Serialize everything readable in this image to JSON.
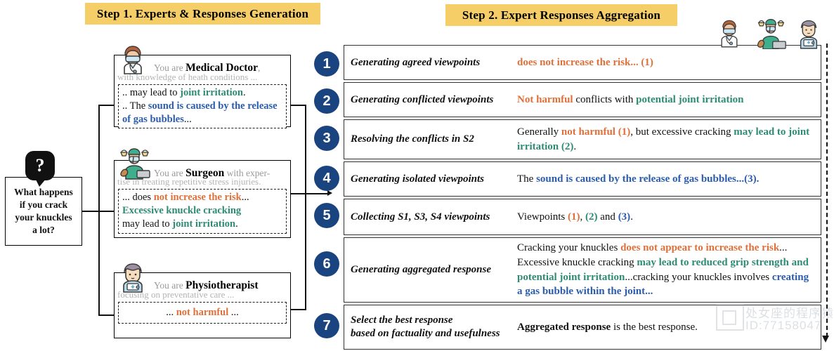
{
  "steps": {
    "step1_title": "Step 1. Experts & Responses Generation",
    "step2_title": "Step 2. Expert Responses Aggregation"
  },
  "question": {
    "icon": "question-mark-bubble",
    "line1": "What happens",
    "line2": "if you crack",
    "line3": "your knuckles",
    "line4": "a lot?"
  },
  "experts": [
    {
      "avatar": "medical-doctor-avatar",
      "you_are": "You are",
      "role": "Medical Doctor",
      "role_suffix": ",",
      "description": "with knowledge of heath conditions ...",
      "response_lines": [
        ".. may lead to joint irritation.",
        ".. The sound is caused by the release of gas bubbles..."
      ],
      "r1_plain_a": ".. may lead to ",
      "r1_green": "joint irritation",
      "r1_plain_b": ".",
      "r2_plain_a": ".. The ",
      "r2_blue": "sound is caused by the release of gas bubbles",
      "r2_plain_b": "..."
    },
    {
      "avatar": "surgeon-avatar",
      "you_are": "You are",
      "role": "Surgeon",
      "role_suffix": " with exper-",
      "description": "tise in treating repetitive stress injuries.",
      "r1_plain_a": "... does ",
      "r1_orange": "not increase the risk",
      "r1_plain_b": "...",
      "r2_green": "Excessive knuckle cracking",
      "r3_plain_a": "may lead to ",
      "r3_green": "joint irritation",
      "r3_plain_b": "."
    },
    {
      "avatar": "physiotherapist-avatar",
      "you_are": "You are",
      "role": "Physiotherapist",
      "role_suffix": "",
      "description": "focusing on preventative care ...",
      "r1_plain_a": "... ",
      "r1_orange": "not harmful",
      "r1_plain_b": " ..."
    }
  ],
  "aggregation_rows": [
    {
      "num": "1",
      "label": "Generating agreed viewpoints",
      "parts": [
        {
          "t": "does not increase the risk... (1)",
          "c": "orange"
        }
      ]
    },
    {
      "num": "2",
      "label": "Generating conflicted viewpoints",
      "parts": [
        {
          "t": "Not harmful",
          "c": "orange"
        },
        {
          "t": " conflicts with ",
          "c": "black"
        },
        {
          "t": "potential joint irritation",
          "c": "green"
        }
      ]
    },
    {
      "num": "3",
      "label": "Resolving the conflicts in S2",
      "parts": [
        {
          "t": "Generally ",
          "c": "black"
        },
        {
          "t": "not harmful (1)",
          "c": "orange"
        },
        {
          "t": ", but excessive cracking ",
          "c": "black"
        },
        {
          "t": "may lead to joint irritation (2)",
          "c": "green"
        },
        {
          "t": ".",
          "c": "black"
        }
      ]
    },
    {
      "num": "4",
      "label": "Generating isolated viewpoints",
      "parts": [
        {
          "t": "The ",
          "c": "black"
        },
        {
          "t": "sound is caused by the release of gas bubbles...(3).",
          "c": "blue"
        }
      ]
    },
    {
      "num": "5",
      "label": "Collecting S1, S3, S4 viewpoints",
      "parts": [
        {
          "t": "Viewpoints ",
          "c": "black"
        },
        {
          "t": "(1)",
          "c": "orange"
        },
        {
          "t": ", ",
          "c": "black"
        },
        {
          "t": "(2)",
          "c": "green"
        },
        {
          "t": " and ",
          "c": "black"
        },
        {
          "t": "(3)",
          "c": "blue"
        },
        {
          "t": ".",
          "c": "black"
        }
      ]
    },
    {
      "num": "6",
      "label": "Generating aggregated response",
      "parts": [
        {
          "t": "Cracking your knuckles ",
          "c": "black"
        },
        {
          "t": "does not appear to increase the risk",
          "c": "orange"
        },
        {
          "t": "... Excessive knuckle cracking ",
          "c": "black"
        },
        {
          "t": "may lead to reduced grip strength and potential joint irritation",
          "c": "green"
        },
        {
          "t": "...cracking your knuckles involves ",
          "c": "black"
        },
        {
          "t": "creating a gas bubble within the joint...",
          "c": "blue"
        }
      ]
    },
    {
      "num": "7",
      "label": "Select the best response",
      "label2": "based on factuality and usefulness",
      "parts": [
        {
          "t": "Aggregated response",
          "c": "bold"
        },
        {
          "t": " is the best response.",
          "c": "black"
        }
      ]
    }
  ],
  "top_avatars": [
    {
      "name": "medical-doctor-avatar"
    },
    {
      "name": "surgeon-avatar"
    },
    {
      "name": "physiotherapist-avatar"
    }
  ],
  "watermark": {
    "name": "处女座的程序猿",
    "id": "ID:77158047"
  },
  "colors": {
    "banner": "#F6CE68",
    "circle": "#1A4480",
    "orange": "#E0703A",
    "green": "#2E8B74",
    "blue": "#2B5CAD",
    "gray": "#9a9a9a"
  }
}
